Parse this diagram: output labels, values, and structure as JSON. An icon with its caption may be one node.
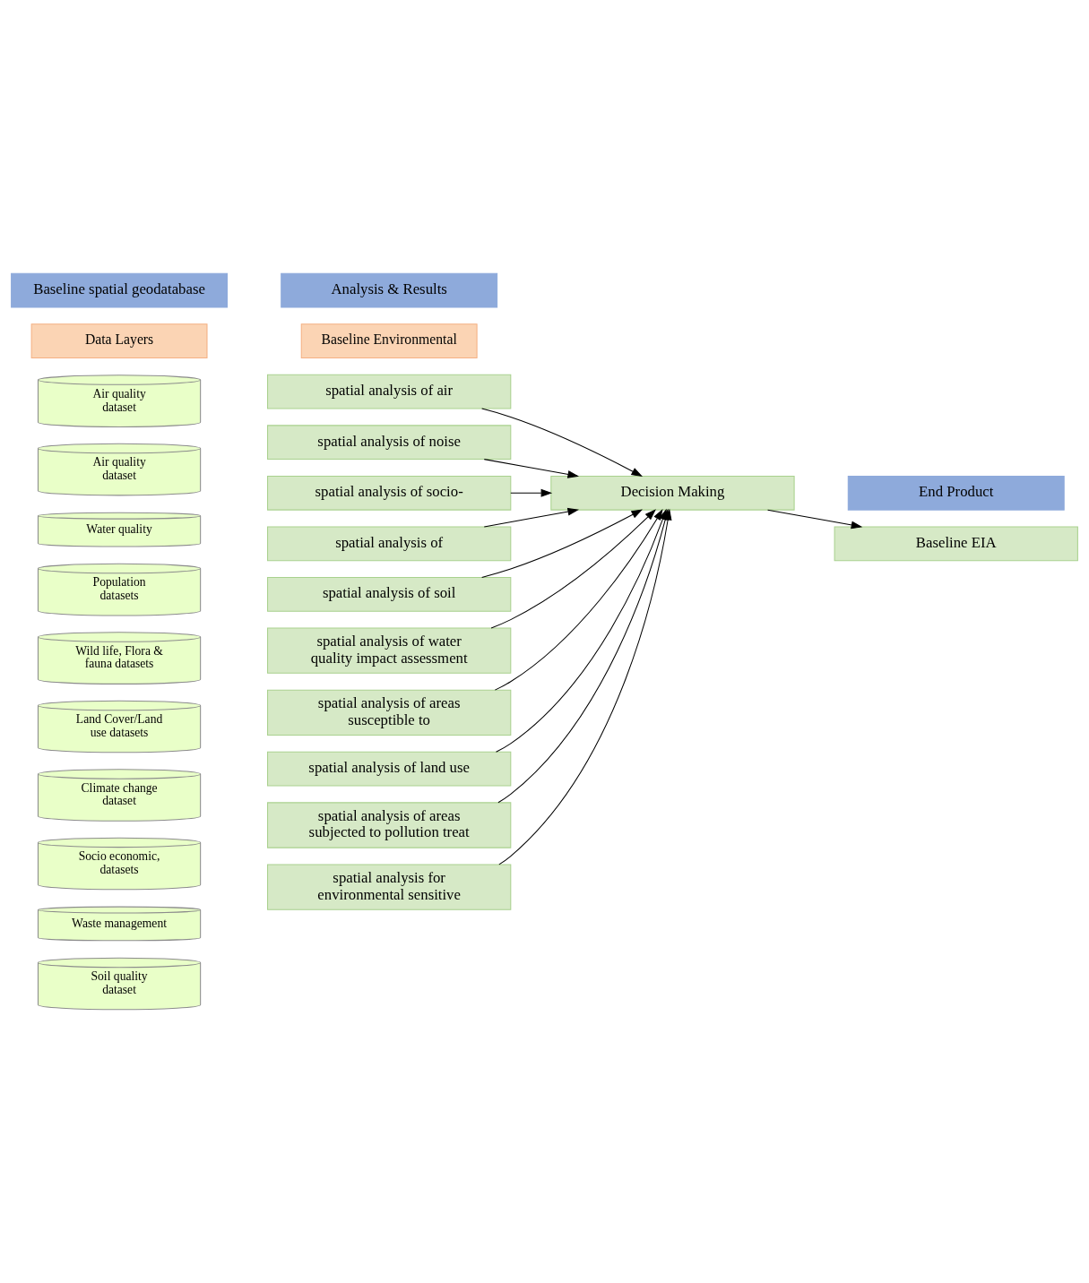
{
  "diagram": {
    "nodes": [
      {
        "text": [
          "Baseline spatial geodatabase"
        ]
      },
      {
        "text": [
          "Analysis & Results"
        ]
      },
      {
        "text": [
          "End Product"
        ]
      },
      {
        "text": [
          "Data Layers"
        ]
      },
      {
        "text": [
          "Air quality dataset"
        ]
      },
      {
        "text": [
          "Air quality dataset"
        ]
      },
      {
        "text": [
          "Water quality"
        ]
      },
      {
        "text": [
          "Population datasets"
        ]
      },
      {
        "text": [
          "Wild life, Flora & fauna datasets"
        ]
      },
      {
        "text": [
          "Land Cover/Land use datasets"
        ]
      },
      {
        "text": [
          "Climate change dataset"
        ]
      },
      {
        "text": [
          "Socio economic, datasets"
        ]
      },
      {
        "text": [
          "Waste management"
        ]
      },
      {
        "text": [
          "Soil quality dataset"
        ]
      },
      {
        "text": [
          "Baseline Environmental"
        ]
      },
      {
        "text": [
          "spatial analysis of air"
        ]
      },
      {
        "text": [
          "spatial analysis of noise"
        ]
      },
      {
        "text": [
          "spatial analysis of socio-"
        ]
      },
      {
        "text": [
          "spatial analysis of"
        ]
      },
      {
        "text": [
          "spatial analysis of soil"
        ]
      },
      {
        "text": [
          "spatial analysis of water quality impact assessment"
        ]
      },
      {
        "text": [
          "spatial analysis of areas susceptible to"
        ]
      },
      {
        "text": [
          "spatial analysis of land use"
        ]
      },
      {
        "text": [
          "spatial analysis of areas subjected to pollution treat"
        ]
      },
      {
        "text": [
          "spatial analysis for environmental sensitive"
        ]
      },
      {
        "text": [
          "Decision Making"
        ]
      },
      {
        "text": [
          "Baseline EIA"
        ]
      }
    ],
    "edges": [
      {
        "from": 15,
        "to": 25,
        "arrow": "to"
      },
      {
        "from": 16,
        "to": 25,
        "arrow": "to"
      },
      {
        "from": 17,
        "to": 25,
        "arrow": "to"
      },
      {
        "from": 18,
        "to": 25,
        "arrow": "to"
      },
      {
        "from": 19,
        "to": 25,
        "arrow": "to"
      },
      {
        "from": 20,
        "to": 25,
        "arrow": "to"
      },
      {
        "from": 21,
        "to": 25,
        "arrow": "to"
      },
      {
        "from": 22,
        "to": 25,
        "arrow": "to"
      },
      {
        "from": 23,
        "to": 25,
        "arrow": "to"
      },
      {
        "from": 24,
        "to": 25,
        "arrow": "to"
      },
      {
        "from": 25,
        "to": 26,
        "arrow": "to"
      }
    ]
  }
}
